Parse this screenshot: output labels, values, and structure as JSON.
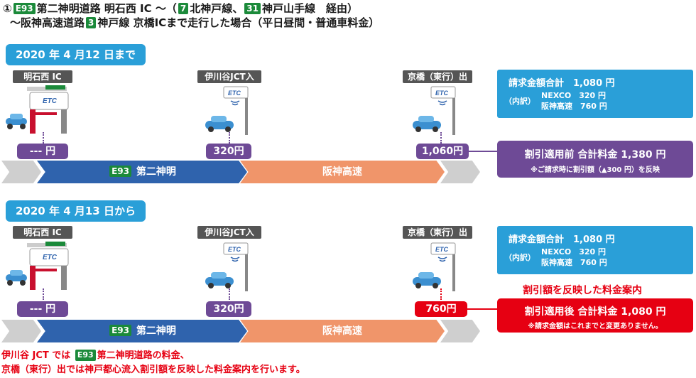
{
  "title": {
    "circle_num": "①",
    "route_code": "E93",
    "line1_a": "第二神明道路 明石西 IC ～（",
    "route7": "7",
    "line1_b": "北神戸線、",
    "route31": "31",
    "line1_c": "神戸山手線　経由）",
    "line2_a": "～阪神高速道路",
    "route3": "3",
    "line2_b": "神戸線 京橋ICまで走行した場合（平日昼間・普通車料金）"
  },
  "sections": [
    {
      "period": "2020 年 4 月12 日まで",
      "points": [
        "明石西 IC",
        "伊川谷JCT入",
        "京橋（東行）出"
      ],
      "fees": [
        "--- 円",
        "320円",
        "1,060円"
      ],
      "seg1_code": "E93",
      "seg1_name": "第二神明",
      "seg2_name": "阪神高速",
      "billing": {
        "total": "請求金額合計　1,080 円",
        "breakdown": "（内訳）",
        "nexco": "NEXCO　320 円",
        "hanshin": "阪神高速　760 円"
      },
      "result": {
        "main": "割引適用前  合計料金 1,380 円",
        "note": "※ご請求時に割引額（▲300 円）を反映"
      }
    },
    {
      "period": "2020 年 4 月13 日から",
      "points": [
        "明石西 IC",
        "伊川谷JCT入",
        "京橋（東行）出"
      ],
      "fees": [
        "--- 円",
        "320円",
        "760円"
      ],
      "seg1_code": "E93",
      "seg1_name": "第二神明",
      "seg2_name": "阪神高速",
      "billing": {
        "total": "請求金額合計　1,080 円",
        "breakdown": "（内訳）",
        "nexco": "NEXCO　320 円",
        "hanshin": "阪神高速　760 円"
      },
      "guidance": "割引額を反映した料金案内",
      "result": {
        "main": "割引適用後  合計料金 1,080 円",
        "note": "※請求金額はこれまでと変更ありません。"
      }
    }
  ],
  "footer": {
    "line1_a": "伊川谷 JCT では",
    "route_code": "E93",
    "line1_b": "第二神明道路の料金、",
    "line2": "京橋（東行）出では神戸都心流入割引額を反映した料金案内を行います。"
  },
  "colors": {
    "blue": "#2a9fd8",
    "purple": "#6e4a96",
    "red": "#e60012",
    "route_green": "#1b8a3a",
    "seg_blue": "#2f63ad",
    "seg_orange": "#f0956a"
  }
}
